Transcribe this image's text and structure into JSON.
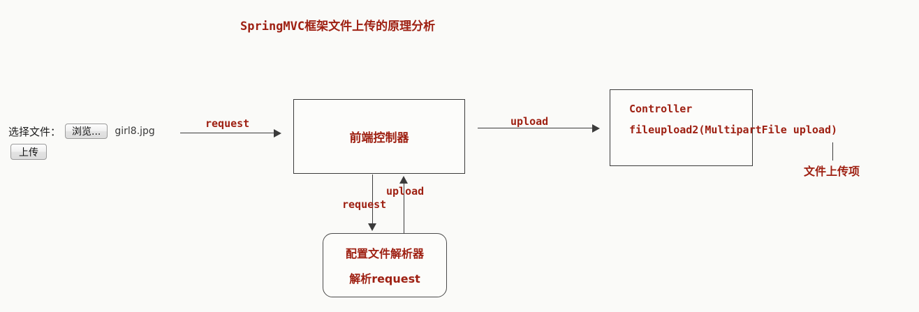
{
  "title": "SpringMVC框架文件上传的原理分析",
  "colors": {
    "accent_red": "#9e2012",
    "line": "#3b3b3b",
    "background": "#fafaf8"
  },
  "form": {
    "file_label": "选择文件：",
    "browse_button": "浏览...",
    "file_name": "girl8.jpg",
    "submit_button": "上传"
  },
  "nodes": {
    "front_controller": {
      "label": "前端控制器"
    },
    "controller": {
      "title": "Controller",
      "method": "fileupload2(MultipartFile upload)",
      "note": "文件上传项"
    },
    "resolver": {
      "line1": "配置文件解析器",
      "line2": "解析request"
    }
  },
  "edges": {
    "form_to_front_controller": "request",
    "front_controller_to_controller": "upload",
    "front_controller_to_resolver": "request",
    "resolver_to_front_controller": "upload"
  }
}
